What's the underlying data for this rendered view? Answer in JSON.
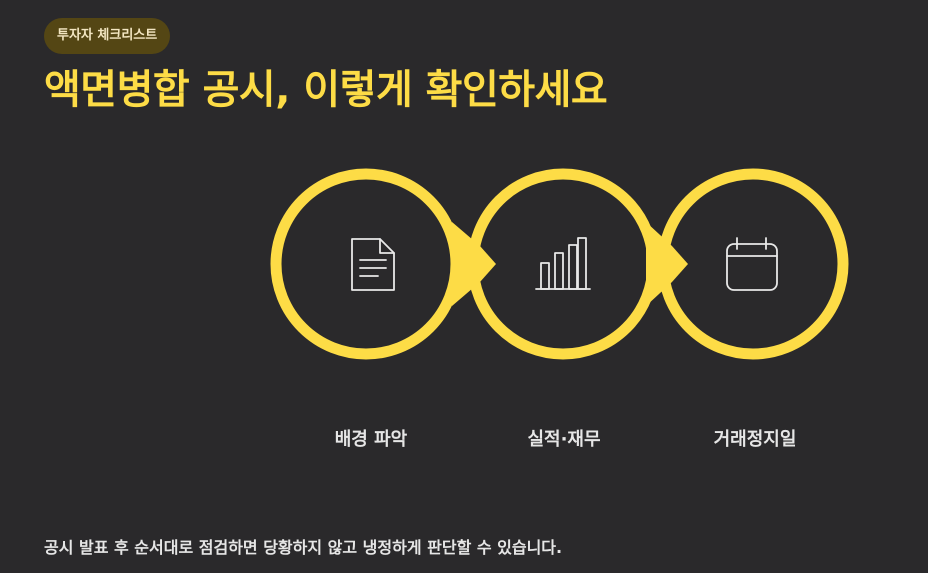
{
  "badge": "투자자 체크리스트",
  "title": "액면병합 공시, 이렇게 확인하세요",
  "steps": [
    {
      "label": "배경 파악",
      "icon": "document-icon"
    },
    {
      "label": "실적·재무",
      "icon": "bar-chart-icon"
    },
    {
      "label": "거래정지일",
      "icon": "calendar-icon"
    }
  ],
  "footer": "공시 발표 후 순서대로 점검하면 당황하지 않고 냉정하게 판단할 수 있습니다.",
  "colors": {
    "background": "#2a292b",
    "accent": "#fddc46",
    "badge_bg": "#544614",
    "text": "#e6e6e6",
    "icon_stroke": "#e8e8e8"
  }
}
